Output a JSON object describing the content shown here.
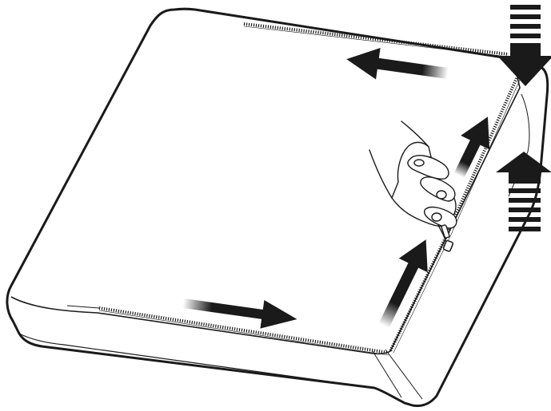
{
  "illustration": {
    "subject": "cushion-cover-zipper-instruction",
    "colors": {
      "ink": "#1a1a1a",
      "paper": "#ffffff"
    },
    "icons": {
      "hand": "hand-icon",
      "zipper_pull": "zipper-pull-icon",
      "arrow": "arrow-icon",
      "striped_arrow": "striped-arrow-icon"
    },
    "direction_arrows": [
      {
        "id": "bottom-edge",
        "direction": "right"
      },
      {
        "id": "front-corner",
        "direction": "up-right"
      },
      {
        "id": "right-edge",
        "direction": "up-right"
      },
      {
        "id": "top-edge",
        "direction": "left"
      }
    ],
    "compression_arrows": [
      {
        "id": "top",
        "direction": "down"
      },
      {
        "id": "side",
        "direction": "up"
      }
    ]
  }
}
